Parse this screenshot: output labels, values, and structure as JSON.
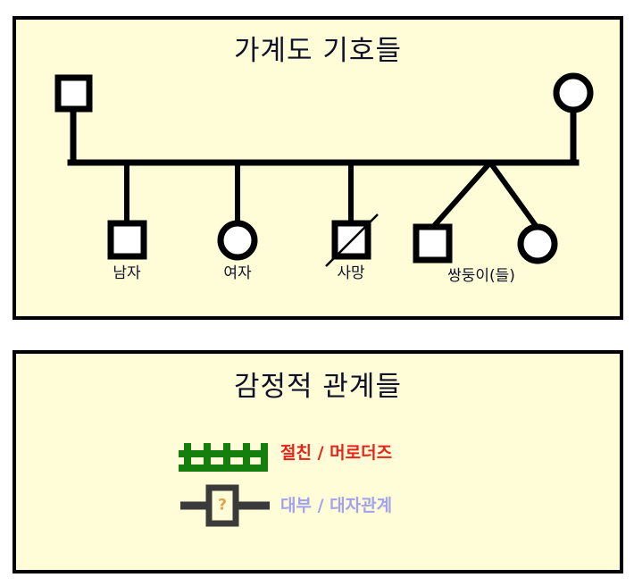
{
  "page": {
    "background_color": "#ffffff",
    "panel_fill": "#fffdd8",
    "panel_border_color": "#000000"
  },
  "genogram_panel": {
    "title": "가계도 기호들",
    "parents": [
      {
        "name": "father",
        "shape": "square",
        "label": ""
      },
      {
        "name": "mother",
        "shape": "circle",
        "label": ""
      }
    ],
    "symbols": [
      {
        "shape": "square",
        "label": "남자",
        "meaning": "male"
      },
      {
        "shape": "circle",
        "label": "여자",
        "meaning": "female"
      },
      {
        "shape": "square-slashed",
        "label": "사망",
        "meaning": "deceased"
      },
      {
        "shape": "twins",
        "label": "쌍둥이(들)",
        "meaning": "twins"
      }
    ]
  },
  "relations_panel": {
    "title": "감정적 관계들",
    "legend": [
      {
        "icon": "green-fence-line",
        "label": "절친 / 머로더즈",
        "color": "#e8231a",
        "icon_color": "#157f0e"
      },
      {
        "icon": "question-box-line",
        "label": "대부 / 대자관계",
        "color": "#a2a2f0",
        "icon_color": "#3a3a3a",
        "box_glyph": "?"
      }
    ]
  }
}
